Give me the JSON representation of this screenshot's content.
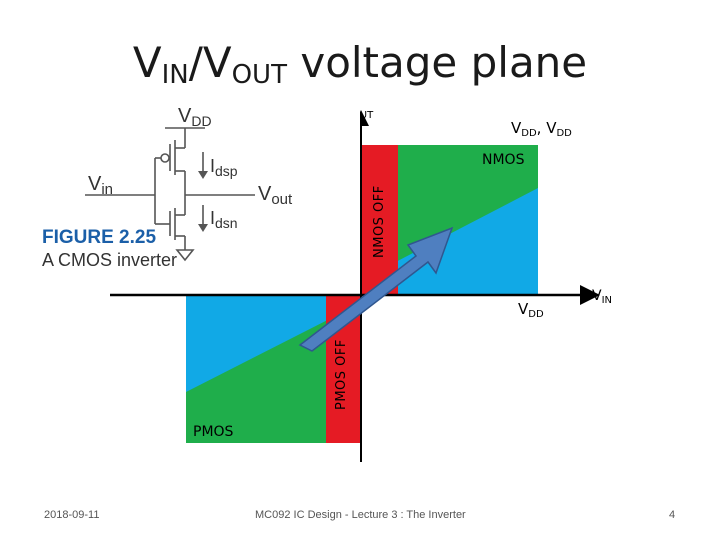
{
  "title": {
    "main": "V",
    "sub1": "IN",
    "mid": "/V",
    "sub2": "OUT",
    "rest": " voltage plane"
  },
  "axes": {
    "vout": {
      "main": "V",
      "sub": "OUT"
    },
    "vin": {
      "main": "V",
      "sub": "IN"
    },
    "vdd_y": {
      "main": "V",
      "sub": "DD"
    },
    "vdd_x": {
      "main": "V",
      "sub": "DD"
    },
    "corner": {
      "a": "V",
      "a_sub": "DD",
      "sep": ", V",
      "b_sub": "DD"
    }
  },
  "regions": {
    "nmos": "NMOS",
    "pmos": "PMOS",
    "nmos_off": "NMOS OFF",
    "pmos_off": "PMOS OFF"
  },
  "figure": {
    "vdd": {
      "main": "V",
      "sub": "DD"
    },
    "vin": {
      "main": "V",
      "sub": "in"
    },
    "vout": {
      "main": "V",
      "sub": "out"
    },
    "idsp": {
      "main": "I",
      "sub": "dsp"
    },
    "idsn": {
      "main": "I",
      "sub": "dsn"
    },
    "caption_title": "FIGURE 2.25",
    "caption_text": "A CMOS inverter"
  },
  "footer": {
    "date": "2018-09-11",
    "course": "MC092 IC Design - Lecture 3 : The Inverter",
    "page": "4"
  },
  "colors": {
    "green": "#1fae4b",
    "blue": "#11a9e6",
    "red": "#e51b24",
    "arrow": "#4f7fc0",
    "caption": "#1b5fa8"
  }
}
